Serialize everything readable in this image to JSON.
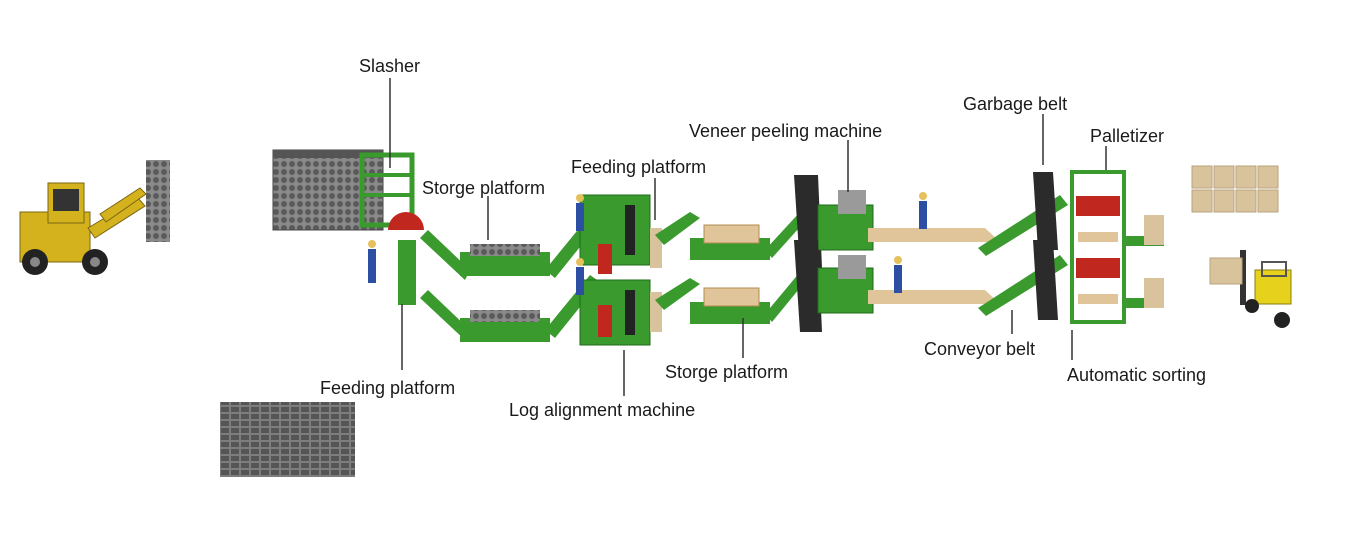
{
  "labels": {
    "slasher": "Slasher",
    "storge_platform_top": "Storge platform",
    "feeding_platform_top": "Feeding platform",
    "veneer_peeling_machine": "Veneer peeling machine",
    "garbage_belt": "Garbage belt",
    "palletizer": "Palletizer",
    "feeding_platform_bottom": "Feeding platform",
    "log_alignment_machine": "Log alignment machine",
    "storge_platform_bottom": "Storge platform",
    "conveyor_belt": "Conveyor belt",
    "automatic_sorting": "Automatic sorting"
  },
  "colors": {
    "machine_green": "#3a9a2e",
    "dark_green": "#1f6b1a",
    "belt_dark": "#2b2b2b",
    "log_gray": "#6a6a6a",
    "log_end": "#c9a27a",
    "veneer": "#e0c59a",
    "red_part": "#c0281f",
    "worker_blue": "#2c4ea3",
    "loader_yellow": "#d4b21e",
    "forklift_yellow": "#e6d21c",
    "box": "#d9c39c"
  }
}
